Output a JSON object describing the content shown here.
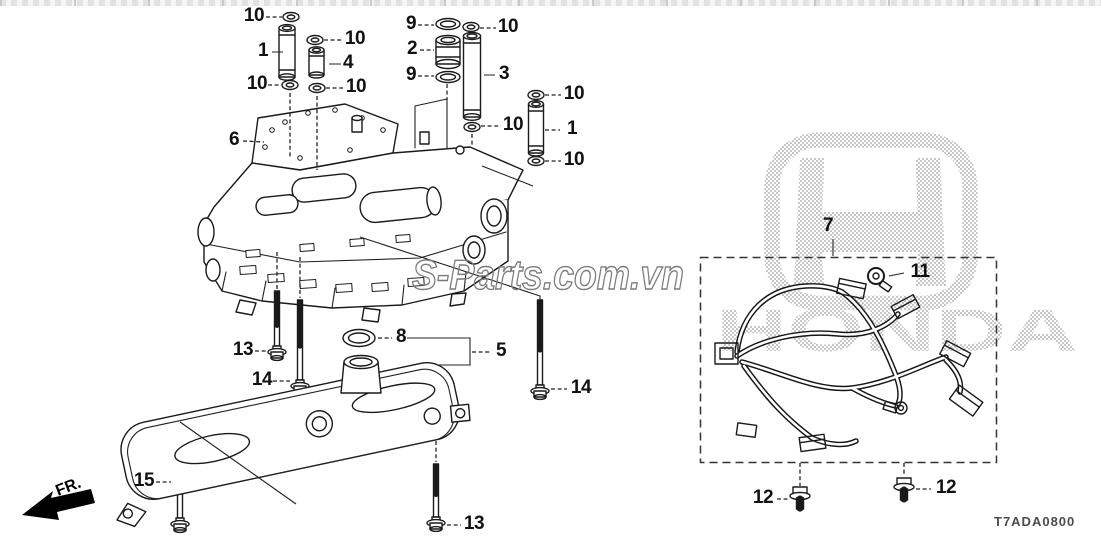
{
  "page": {
    "part_code": "T7ADA0800",
    "fr_label": "FR."
  },
  "watermarks": {
    "site": "S-Parts.com.vn",
    "brand": "HONDA"
  },
  "callouts": [
    {
      "text": "10"
    },
    {
      "text": "1"
    },
    {
      "text": "10"
    },
    {
      "text": "4"
    },
    {
      "text": "10"
    },
    {
      "text": "10"
    },
    {
      "text": "9"
    },
    {
      "text": "2"
    },
    {
      "text": "9"
    },
    {
      "text": "10"
    },
    {
      "text": "3"
    },
    {
      "text": "10"
    },
    {
      "text": "10"
    },
    {
      "text": "1"
    },
    {
      "text": "10"
    },
    {
      "text": "6"
    },
    {
      "text": "13"
    },
    {
      "text": "14"
    },
    {
      "text": "8"
    },
    {
      "text": "5"
    },
    {
      "text": "14"
    },
    {
      "text": "15"
    },
    {
      "text": "13"
    },
    {
      "text": "7"
    },
    {
      "text": "11"
    },
    {
      "text": "12"
    },
    {
      "text": "12"
    }
  ]
}
